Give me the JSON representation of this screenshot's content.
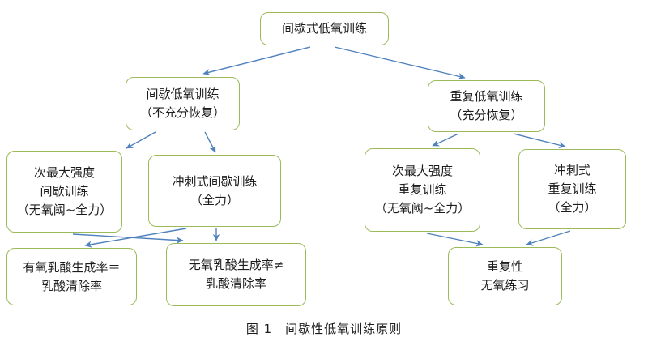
{
  "diagram": {
    "caption": "图 1　间歇性低氧训练原则",
    "nodes": {
      "root": {
        "lines": [
          "间歇式低氧训练"
        ]
      },
      "interval_hypoxic": {
        "lines": [
          "间歇低氧训练",
          "（不充分恢复）"
        ]
      },
      "repeated_hypoxic": {
        "lines": [
          "重复低氧训练",
          "（充分恢复）"
        ]
      },
      "submax_interval": {
        "lines": [
          "次最大强度",
          "间歇训练",
          "（无氧阈~全力）"
        ]
      },
      "sprint_interval": {
        "lines": [
          "冲刺式间歇训练",
          "（全力）"
        ]
      },
      "submax_repeat": {
        "lines": [
          "次最大强度",
          "重复训练",
          "（无氧阈~全力）"
        ]
      },
      "sprint_repeat": {
        "lines": [
          "冲刺式",
          "重复训练",
          "（全力）"
        ]
      },
      "aerobic_lactate": {
        "lines": [
          "有氧乳酸生成率＝",
          "乳酸清除率"
        ]
      },
      "anaerobic_lactate": {
        "lines": [
          "无氧乳酸生成率≠",
          "乳酸清除率"
        ]
      },
      "repetitive_anaerobic": {
        "lines": [
          "重复性",
          "无氧练习"
        ]
      }
    },
    "colors": {
      "box_border": "#9bbb59",
      "arrow": "#4f81bd",
      "text": "#1c1c1c"
    }
  }
}
